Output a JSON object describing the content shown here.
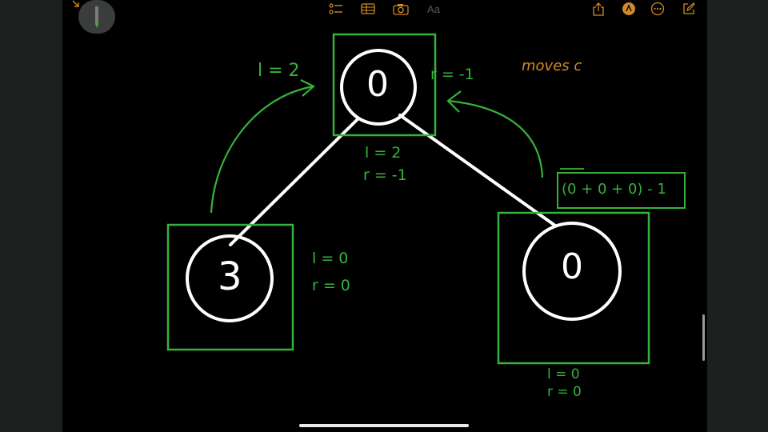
{
  "app": {
    "colors": {
      "accent_green": "#36b23a",
      "accent_orange": "#d18a26",
      "ink_white": "#ffffff",
      "canvas_bg": "#000000"
    }
  },
  "toolbar": {
    "text_format_label": "Aa",
    "icons": [
      "checklist-icon",
      "table-icon",
      "camera-icon",
      "share-icon",
      "markup-icon",
      "more-icon",
      "compose-icon",
      "pencil-tool-icon"
    ]
  },
  "drawing": {
    "note_title": "moves c",
    "root": {
      "value": "0",
      "left_label": "l = 2",
      "right_label": "r = -1",
      "below_l": "l = 2",
      "below_r": "r = -1"
    },
    "left_child": {
      "value": "3",
      "l_label": "l = 0",
      "r_label": "r = 0"
    },
    "right_child": {
      "value": "0",
      "l_label": "l = 0",
      "r_label": "r = 0"
    },
    "formula": "(0 + 0 + 0) - 1"
  }
}
